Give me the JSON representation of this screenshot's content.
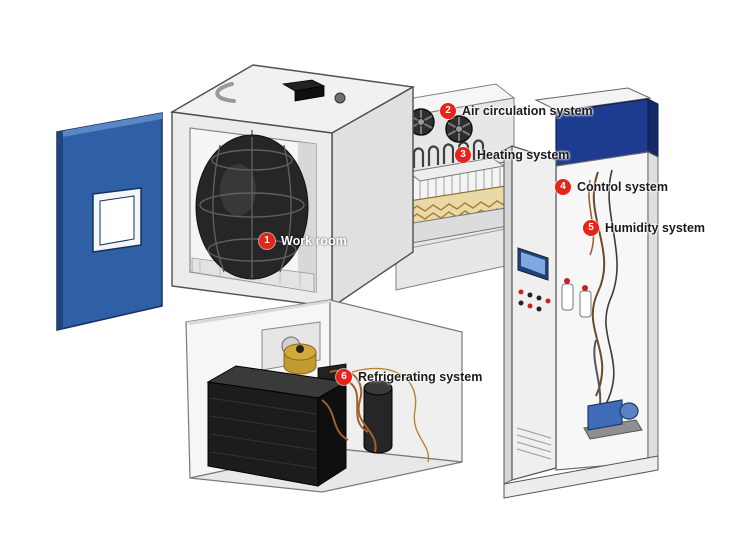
{
  "labels": [
    {
      "num": "1",
      "text": "Work room"
    },
    {
      "num": "2",
      "text": "Air circulation system"
    },
    {
      "num": "3",
      "text": "Heating system"
    },
    {
      "num": "4",
      "text": "Control system"
    },
    {
      "num": "5",
      "text": "Humidity system"
    },
    {
      "num": "6",
      "text": "Refrigerating system"
    }
  ],
  "colors": {
    "badge": "#e8231a",
    "door_blue": "#2f5fa5",
    "panel_navy": "#1d3b8f",
    "copper": "#a06030",
    "label_text": "#1a1a1a",
    "label_text_light": "#ffffff"
  }
}
